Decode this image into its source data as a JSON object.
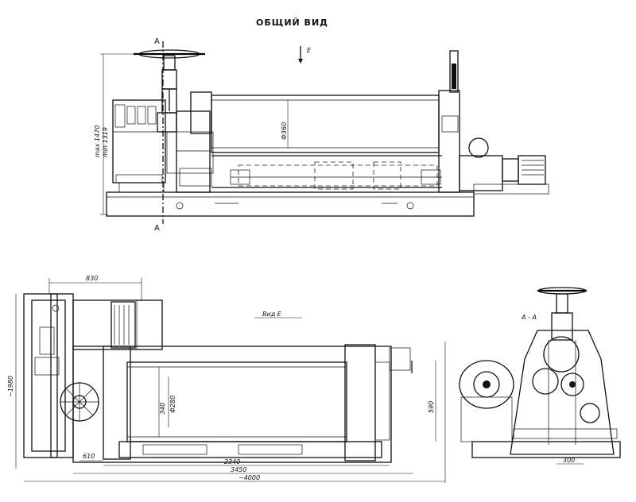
{
  "drawing": {
    "title": "ОБЩИЙ ВИД",
    "top_view": {
      "section_mark_top": "А",
      "section_mark_bottom": "А",
      "view_arrow": "Е",
      "dim_max": "max 1470",
      "dim_min": "min 1319",
      "dim_diameter": "Ф360"
    },
    "bottom_view": {
      "view_label": "Вид Е",
      "dim_830": "830",
      "dim_1980": "~1980",
      "dim_340": "340",
      "dim_diameter": "Ф280",
      "dim_610": "610",
      "dim_2340": "2340",
      "dim_3450": "3450",
      "dim_4000": "~4000",
      "dim_590": "590"
    },
    "section_view": {
      "label": "А - А",
      "dim_300": "300"
    }
  }
}
